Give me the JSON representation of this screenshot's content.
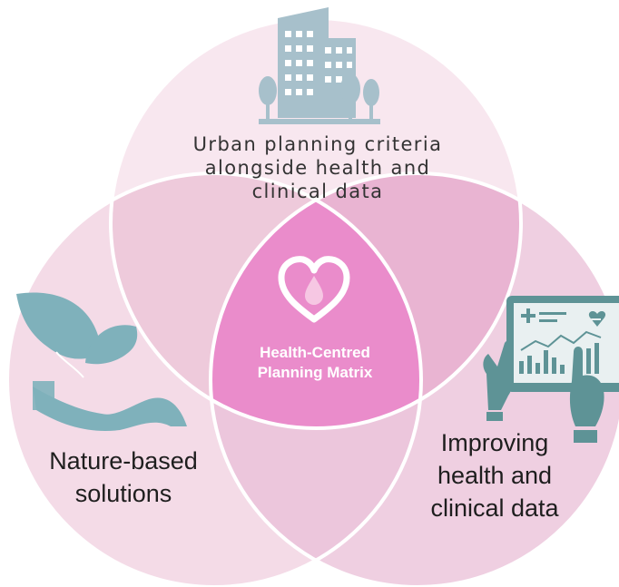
{
  "diagram": {
    "top_circle": {
      "lines": [
        "Urban planning criteria",
        "alongside health and",
        "clinical data"
      ],
      "icon": "city-buildings-trees-icon"
    },
    "left_circle": {
      "lines": [
        "Nature-based",
        "solutions"
      ],
      "icon": "hand-leaves-icon"
    },
    "right_circle": {
      "lines": [
        "Improving",
        "health and",
        "clinical data"
      ],
      "icon": "tablet-health-dashboard-icon"
    },
    "center": {
      "lines": [
        "Health-Centred",
        "Planning Matrix"
      ],
      "icon": "heart-drop-icon"
    }
  },
  "colors": {
    "top_circle_fill": "#f8e7ef",
    "left_circle_fill": "#f4dbe7",
    "right_circle_fill": "#efcfe1",
    "pair_top_left": "#eecadb",
    "pair_top_right": "#e9b4d2",
    "pair_left_right": "#ecc6dc",
    "center_fill": "#ea8ccb",
    "outline": "#ffffff",
    "icon_city": "#a7c0cb",
    "icon_leaves": "#7fb1bb",
    "icon_tablet": "#5e9396"
  }
}
